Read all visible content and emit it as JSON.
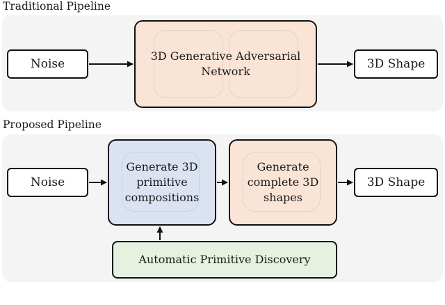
{
  "traditional": {
    "title": "Traditional Pipeline",
    "noise": "Noise",
    "gan": "3D Generative Adversarial Network",
    "output": "3D Shape"
  },
  "proposed": {
    "title": "Proposed Pipeline",
    "noise": "Noise",
    "primitives": "Generate 3D primitive compositions",
    "complete": "Generate complete 3D shapes",
    "output": "3D Shape",
    "discovery": "Automatic Primitive Discovery"
  },
  "colors": {
    "orange_fill": "#fae4d6",
    "blue_fill": "#dbe3f3",
    "green_fill": "#e6f1df",
    "panel": "#f4f4f4",
    "stroke": "#111111"
  }
}
